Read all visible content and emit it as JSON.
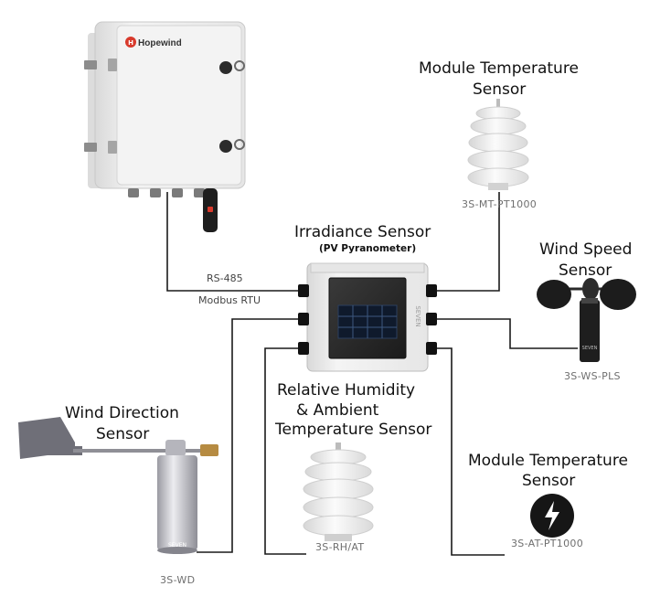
{
  "controller": {
    "brand": "Hopewind"
  },
  "link": {
    "protocol": "RS-485",
    "format": "Modbus RTU"
  },
  "irradiance_sensor": {
    "title": "Irradiance Sensor",
    "subtitle": "(PV Pyranometer)",
    "brand": "SEVEN"
  },
  "module_temp_top": {
    "title_line1": "Module Temperature",
    "title_line2": "Sensor",
    "model": "3S-MT-PT1000"
  },
  "wind_speed": {
    "title_line1": "Wind Speed",
    "title_line2": "Sensor",
    "model": "3S-WS-PLS",
    "brand": "SEVEN"
  },
  "humidity": {
    "title_line1": "Relative Humidity",
    "title_line2": "& Ambient",
    "title_line3": "Temperature Sensor",
    "model": "3S-RH/AT"
  },
  "wind_direction": {
    "title_line1": "Wind Direction",
    "title_line2": "Sensor",
    "model": "3S-WD",
    "brand": "SEVEN"
  },
  "module_temp_bottom": {
    "title_line1": "Module Temperature",
    "title_line2": "Sensor",
    "model": "3S-AT-PT1000"
  },
  "colors": {
    "cable": "#1a1a1a",
    "enclosure": "#eeeeee",
    "brand_accent": "#d83a2c",
    "shield_white": "#f2f2f2"
  }
}
